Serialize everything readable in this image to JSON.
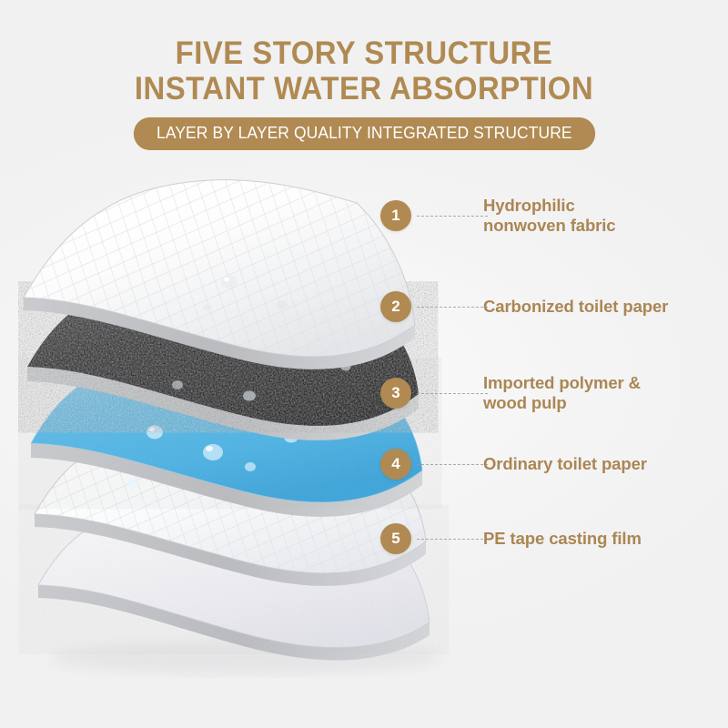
{
  "background_color": "#f3f3f3",
  "accent_color": "#b08a52",
  "label_color": "#ab8654",
  "header": {
    "title_line_1": "FIVE STORY STRUCTURE",
    "title_line_2": "INSTANT WATER ABSORPTION",
    "subtitle_pill": "LAYER BY LAYER QUALITY INTEGRATED STRUCTURE"
  },
  "layers": [
    {
      "number": "1",
      "label": "Hydrophilic\nnonwoven fabric",
      "appearance": "white quilted diamond-embossed sheet",
      "color": "#ffffff"
    },
    {
      "number": "2",
      "label": "Carbonized toilet paper",
      "appearance": "dense black granular carbon texture",
      "color": "#1d1d1f"
    },
    {
      "number": "3",
      "label": "Imported polymer &\nwood pulp",
      "appearance": "bright blue speckled absorbent core with water droplets",
      "color": "#54b7e8"
    },
    {
      "number": "4",
      "label": "Ordinary toilet paper",
      "appearance": "white quilted diamond-embossed sheet",
      "color": "#fdfdfd"
    },
    {
      "number": "5",
      "label": "PE tape casting film",
      "appearance": "white pebbled foam backing film",
      "color": "#f4f4f8"
    }
  ]
}
